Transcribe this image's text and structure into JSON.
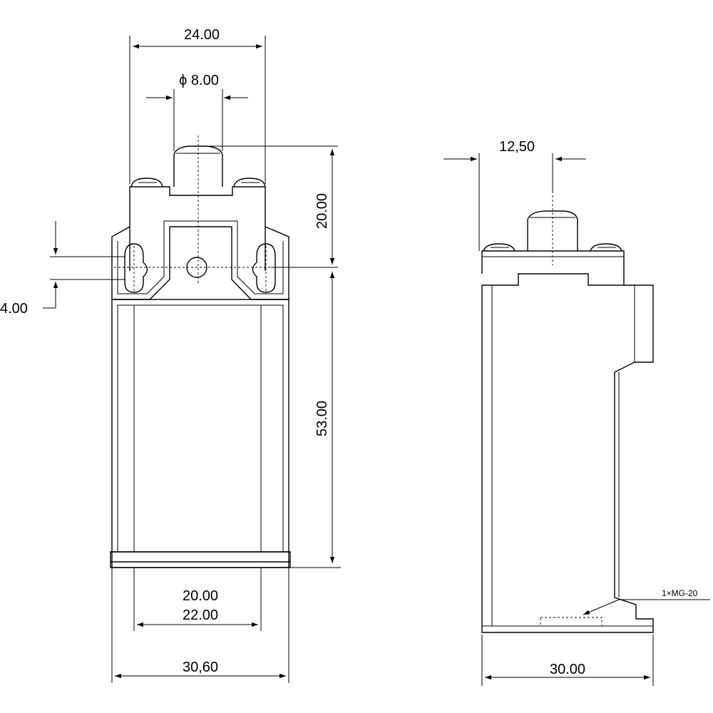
{
  "dimensions": {
    "top_width": "24.00",
    "plunger_diameter": "ϕ 8.00",
    "plunger_height": "20.00",
    "hole_spacing": "4.00",
    "body_height": "53.00",
    "inner_width_a": "20.00",
    "inner_width_b": "22.00",
    "front_width": "30,60",
    "side_offset": "12,50",
    "side_width": "30.00"
  },
  "annotations": {
    "cable_gland": "1×MG-20"
  },
  "colors": {
    "line": "#000000",
    "background": "#ffffff"
  }
}
